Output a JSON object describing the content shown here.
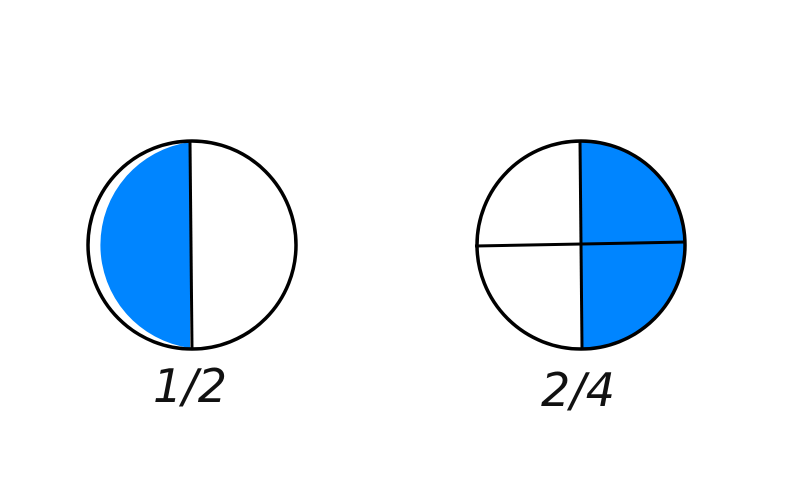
{
  "colors": {
    "filled": "#0085FF",
    "empty": "#FFFFFF",
    "outline": "#000000"
  },
  "fractions": [
    {
      "label": "1/2",
      "parts": 2,
      "shaded": 1
    },
    {
      "label": "2/4",
      "parts": 4,
      "shaded": 2
    }
  ]
}
